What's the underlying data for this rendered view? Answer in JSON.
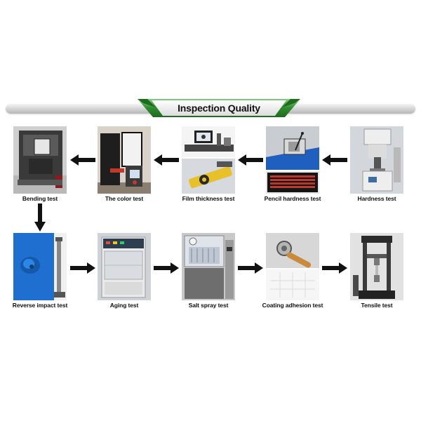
{
  "header": {
    "title": "Inspection Quality",
    "accent_color": "#2e8b2e"
  },
  "flow": {
    "row1_direction": "right-to-left",
    "row2_direction": "left-to-right",
    "connector": "down-arrow from Bending test to Reverse impact test"
  },
  "tests": [
    {
      "id": "bending",
      "label": "Bending test",
      "row": 1,
      "icon": "bending-machine-icon"
    },
    {
      "id": "color",
      "label": "The color test",
      "row": 1,
      "icon": "color-tester-icon"
    },
    {
      "id": "film",
      "label": "Film thickness test",
      "row": 1,
      "icon": "thickness-gauge-icon"
    },
    {
      "id": "pencil",
      "label": "Pencil hardness test",
      "row": 1,
      "icon": "pencil-hardness-icon"
    },
    {
      "id": "hardness",
      "label": "Hardness test",
      "row": 1,
      "icon": "hardness-tester-icon"
    },
    {
      "id": "reverse",
      "label": "Reverse impact test",
      "row": 2,
      "icon": "impact-tester-icon"
    },
    {
      "id": "aging",
      "label": "Aging test",
      "row": 2,
      "icon": "aging-chamber-icon"
    },
    {
      "id": "salt",
      "label": "Salt spray test",
      "row": 2,
      "icon": "salt-spray-chamber-icon"
    },
    {
      "id": "adhesion",
      "label": "Coating adhesion test",
      "row": 2,
      "icon": "adhesion-cutter-icon"
    },
    {
      "id": "tensile",
      "label": "Tensile test",
      "row": 2,
      "icon": "tensile-machine-icon"
    }
  ]
}
